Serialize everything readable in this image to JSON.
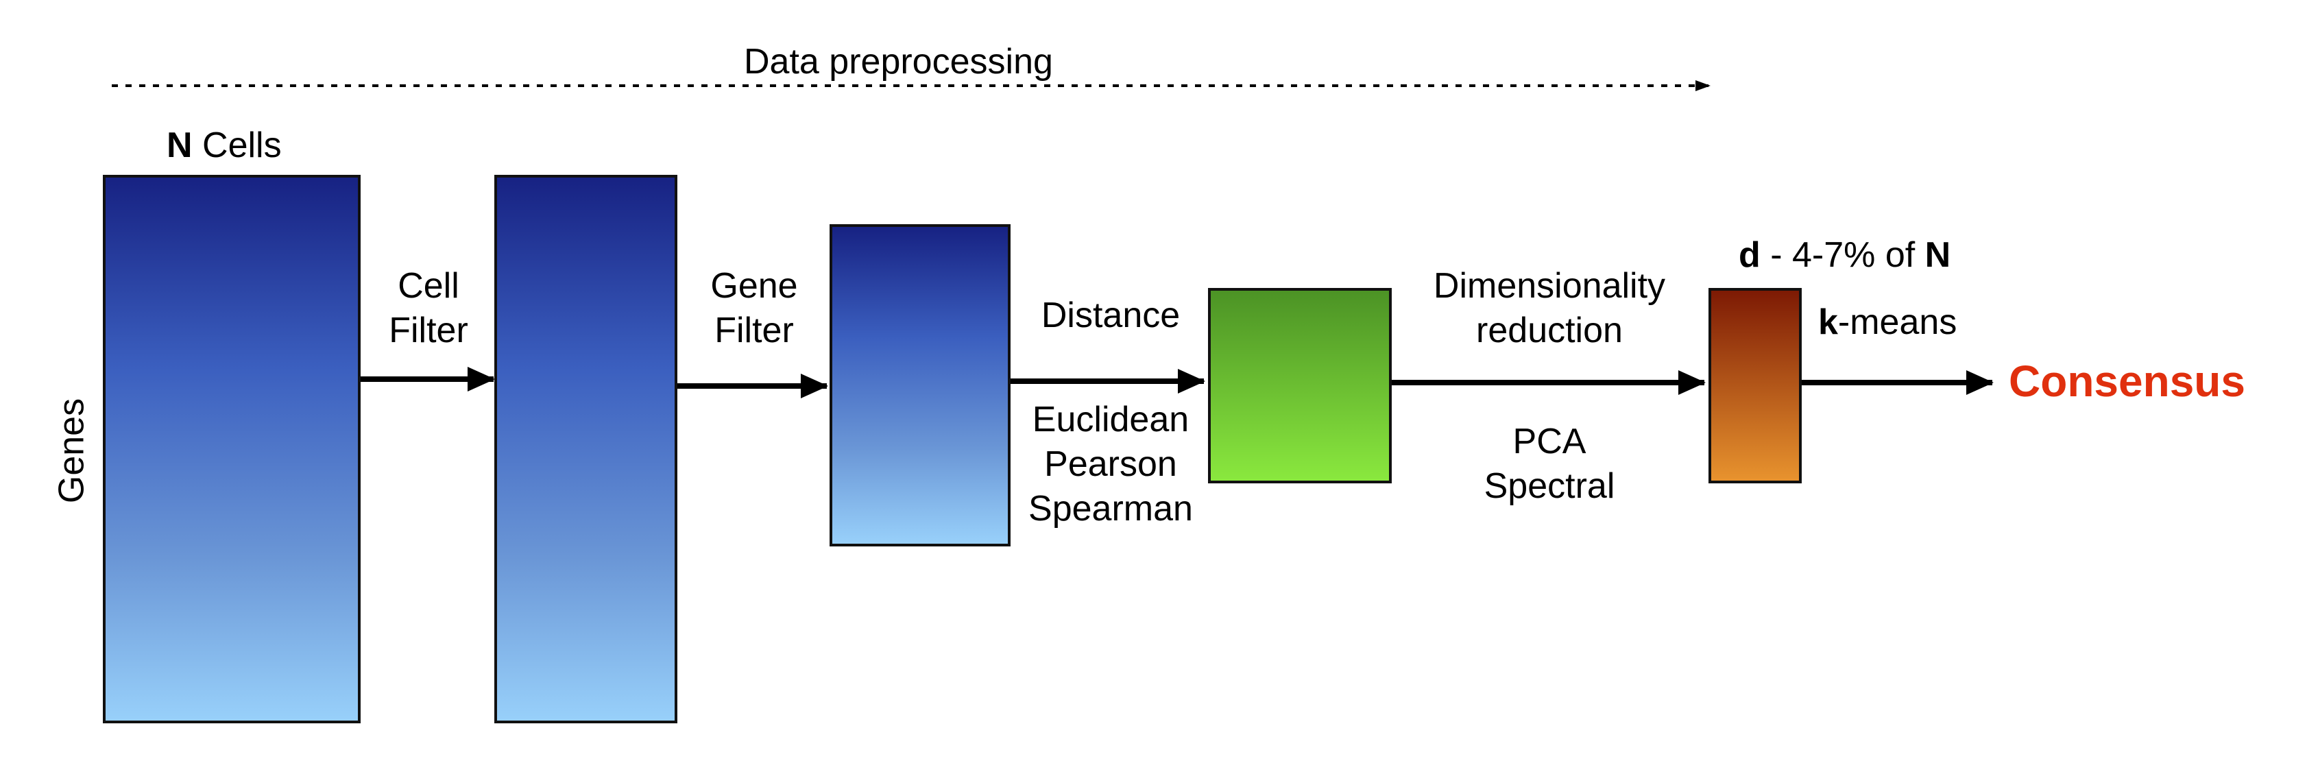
{
  "preprocessing": {
    "label": "Data preprocessing"
  },
  "cells_header": {
    "bold": "N",
    "text": " Cells"
  },
  "genes_label": "Genes",
  "cell_filter": {
    "line1": "Cell",
    "line2": "Filter"
  },
  "gene_filter": {
    "line1": "Gene",
    "line2": "Filter"
  },
  "distance": {
    "title": "Distance",
    "methods": [
      "Euclidean",
      "Pearson",
      "Spearman"
    ]
  },
  "dim_reduction": {
    "line1": "Dimensionality",
    "line2": "reduction",
    "methods": [
      "PCA",
      "Spectral"
    ]
  },
  "d_label": {
    "d": "d",
    "mid": " - 4-7% of ",
    "n": "N"
  },
  "kmeans_label": {
    "k": "k",
    "rest": "-means"
  },
  "result": {
    "label": "Consensus",
    "color": "#e0300e"
  },
  "colors": {
    "matrix_top": "#172283",
    "matrix_bottom": "#98d0fa",
    "distance_top": "#4c9325",
    "distance_bottom": "#8ae83e",
    "reduced_top": "#7d1a04",
    "reduced_bottom": "#e8932e"
  }
}
